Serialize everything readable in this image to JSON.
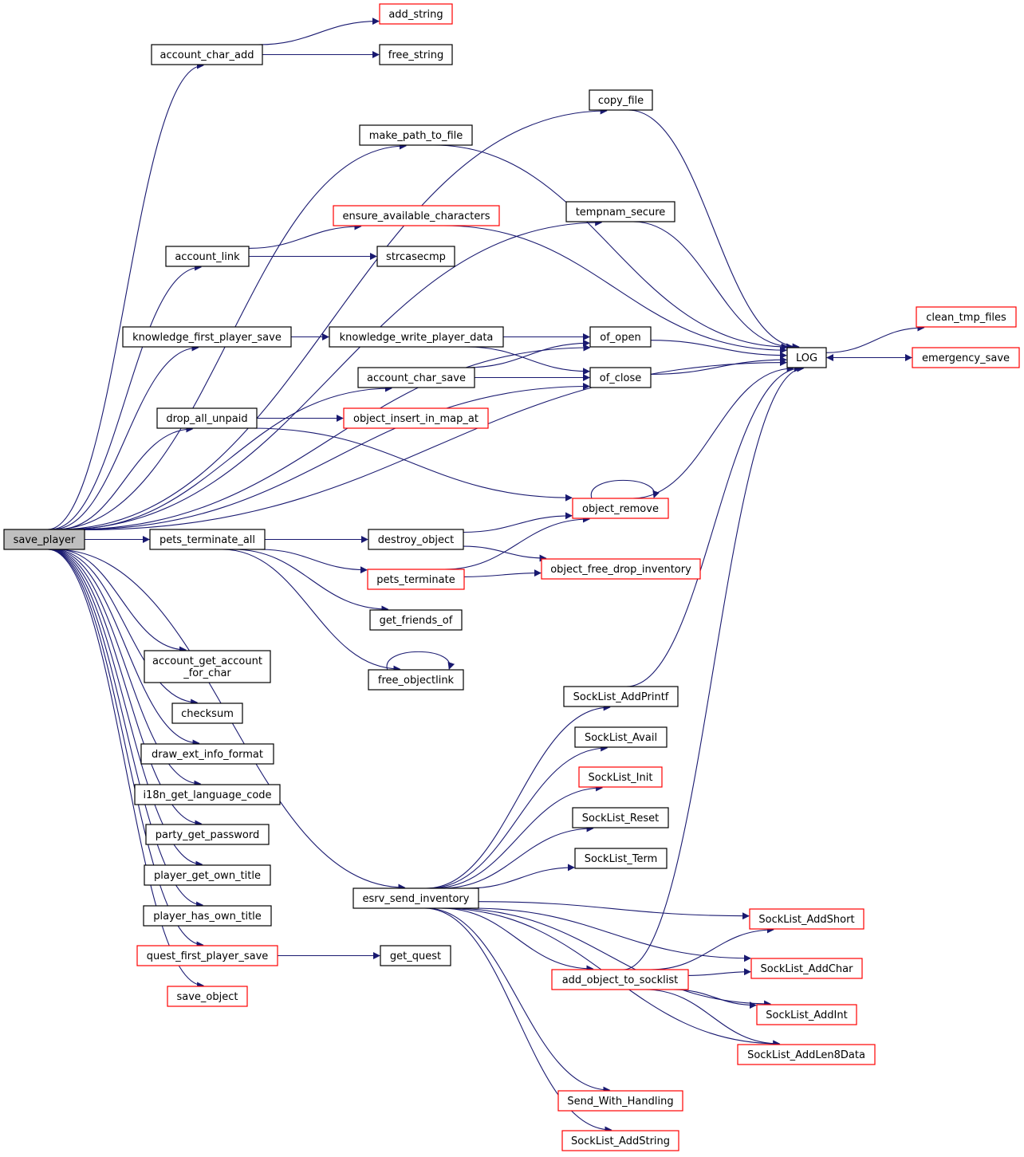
{
  "colors": {
    "edge": "#191970",
    "root_fill": "#bfbfbf",
    "node_border": "#000000",
    "truncated_border": "#ff0000"
  },
  "nodes": [
    {
      "id": "save_player",
      "lines": [
        "save_player"
      ],
      "style": "root"
    },
    {
      "id": "add_string",
      "lines": [
        "add_string"
      ],
      "style": "truncated"
    },
    {
      "id": "account_char_add",
      "lines": [
        "account_char_add"
      ],
      "style": "normal"
    },
    {
      "id": "free_string",
      "lines": [
        "free_string"
      ],
      "style": "normal"
    },
    {
      "id": "copy_file",
      "lines": [
        "copy_file"
      ],
      "style": "normal"
    },
    {
      "id": "make_path_to_file",
      "lines": [
        "make_path_to_file"
      ],
      "style": "normal"
    },
    {
      "id": "tempnam_secure",
      "lines": [
        "tempnam_secure"
      ],
      "style": "normal"
    },
    {
      "id": "ensure_available_characters",
      "lines": [
        "ensure_available_characters"
      ],
      "style": "truncated"
    },
    {
      "id": "account_link",
      "lines": [
        "account_link"
      ],
      "style": "normal"
    },
    {
      "id": "strcasecmp",
      "lines": [
        "strcasecmp"
      ],
      "style": "normal"
    },
    {
      "id": "clean_tmp_files",
      "lines": [
        "clean_tmp_files"
      ],
      "style": "truncated"
    },
    {
      "id": "knowledge_first_player_save",
      "lines": [
        "knowledge_first_player_save"
      ],
      "style": "normal"
    },
    {
      "id": "knowledge_write_player_data",
      "lines": [
        "knowledge_write_player_data"
      ],
      "style": "normal"
    },
    {
      "id": "of_open",
      "lines": [
        "of_open"
      ],
      "style": "normal"
    },
    {
      "id": "LOG",
      "lines": [
        "LOG"
      ],
      "style": "normal"
    },
    {
      "id": "emergency_save",
      "lines": [
        "emergency_save"
      ],
      "style": "truncated"
    },
    {
      "id": "account_char_save",
      "lines": [
        "account_char_save"
      ],
      "style": "normal"
    },
    {
      "id": "of_close",
      "lines": [
        "of_close"
      ],
      "style": "normal"
    },
    {
      "id": "drop_all_unpaid",
      "lines": [
        "drop_all_unpaid"
      ],
      "style": "normal"
    },
    {
      "id": "object_insert_in_map_at",
      "lines": [
        "object_insert_in_map_at"
      ],
      "style": "truncated"
    },
    {
      "id": "object_remove",
      "lines": [
        "object_remove"
      ],
      "style": "truncated"
    },
    {
      "id": "pets_terminate_all",
      "lines": [
        "pets_terminate_all"
      ],
      "style": "normal"
    },
    {
      "id": "destroy_object",
      "lines": [
        "destroy_object"
      ],
      "style": "normal"
    },
    {
      "id": "object_free_drop_inventory",
      "lines": [
        "object_free_drop_inventory"
      ],
      "style": "truncated"
    },
    {
      "id": "pets_terminate",
      "lines": [
        "pets_terminate"
      ],
      "style": "truncated"
    },
    {
      "id": "get_friends_of",
      "lines": [
        "get_friends_of"
      ],
      "style": "normal"
    },
    {
      "id": "account_get_account_for_char",
      "lines": [
        "account_get_account",
        "_for_char"
      ],
      "style": "normal"
    },
    {
      "id": "free_objectlink",
      "lines": [
        "free_objectlink"
      ],
      "style": "normal"
    },
    {
      "id": "SockList_AddPrintf",
      "lines": [
        "SockList_AddPrintf"
      ],
      "style": "normal"
    },
    {
      "id": "checksum",
      "lines": [
        "checksum"
      ],
      "style": "normal"
    },
    {
      "id": "SockList_Avail",
      "lines": [
        "SockList_Avail"
      ],
      "style": "normal"
    },
    {
      "id": "draw_ext_info_format",
      "lines": [
        "draw_ext_info_format"
      ],
      "style": "normal"
    },
    {
      "id": "SockList_Init",
      "lines": [
        "SockList_Init"
      ],
      "style": "truncated"
    },
    {
      "id": "i18n_get_language_code",
      "lines": [
        "i18n_get_language_code"
      ],
      "style": "normal"
    },
    {
      "id": "SockList_Reset",
      "lines": [
        "SockList_Reset"
      ],
      "style": "normal"
    },
    {
      "id": "party_get_password",
      "lines": [
        "party_get_password"
      ],
      "style": "normal"
    },
    {
      "id": "SockList_Term",
      "lines": [
        "SockList_Term"
      ],
      "style": "normal"
    },
    {
      "id": "player_get_own_title",
      "lines": [
        "player_get_own_title"
      ],
      "style": "normal"
    },
    {
      "id": "esrv_send_inventory",
      "lines": [
        "esrv_send_inventory"
      ],
      "style": "normal"
    },
    {
      "id": "player_has_own_title",
      "lines": [
        "player_has_own_title"
      ],
      "style": "normal"
    },
    {
      "id": "SockList_AddShort",
      "lines": [
        "SockList_AddShort"
      ],
      "style": "truncated"
    },
    {
      "id": "quest_first_player_save",
      "lines": [
        "quest_first_player_save"
      ],
      "style": "truncated"
    },
    {
      "id": "get_quest",
      "lines": [
        "get_quest"
      ],
      "style": "normal"
    },
    {
      "id": "add_object_to_socklist",
      "lines": [
        "add_object_to_socklist"
      ],
      "style": "truncated"
    },
    {
      "id": "SockList_AddChar",
      "lines": [
        "SockList_AddChar"
      ],
      "style": "truncated"
    },
    {
      "id": "save_object",
      "lines": [
        "save_object"
      ],
      "style": "truncated"
    },
    {
      "id": "SockList_AddInt",
      "lines": [
        "SockList_AddInt"
      ],
      "style": "truncated"
    },
    {
      "id": "SockList_AddLen8Data",
      "lines": [
        "SockList_AddLen8Data"
      ],
      "style": "truncated"
    },
    {
      "id": "Send_With_Handling",
      "lines": [
        "Send_With_Handling"
      ],
      "style": "truncated"
    },
    {
      "id": "SockList_AddString",
      "lines": [
        "SockList_AddString"
      ],
      "style": "truncated"
    }
  ],
  "edges": [
    [
      "save_player",
      "account_char_add"
    ],
    [
      "save_player",
      "copy_file"
    ],
    [
      "save_player",
      "make_path_to_file"
    ],
    [
      "save_player",
      "tempnam_secure"
    ],
    [
      "save_player",
      "account_link"
    ],
    [
      "save_player",
      "of_open"
    ],
    [
      "save_player",
      "knowledge_first_player_save"
    ],
    [
      "save_player",
      "account_char_save"
    ],
    [
      "save_player",
      "drop_all_unpaid"
    ],
    [
      "save_player",
      "of_close"
    ],
    [
      "save_player",
      "destroy_object"
    ],
    [
      "save_player",
      "pets_terminate_all"
    ],
    [
      "save_player",
      "LOG"
    ],
    [
      "save_player",
      "account_get_account_for_char"
    ],
    [
      "save_player",
      "checksum"
    ],
    [
      "save_player",
      "draw_ext_info_format"
    ],
    [
      "save_player",
      "i18n_get_language_code"
    ],
    [
      "save_player",
      "party_get_password"
    ],
    [
      "save_player",
      "player_get_own_title"
    ],
    [
      "save_player",
      "player_has_own_title"
    ],
    [
      "save_player",
      "quest_first_player_save"
    ],
    [
      "save_player",
      "save_object"
    ],
    [
      "save_player",
      "esrv_send_inventory"
    ],
    [
      "account_char_add",
      "add_string"
    ],
    [
      "account_char_add",
      "free_string"
    ],
    [
      "copy_file",
      "LOG"
    ],
    [
      "make_path_to_file",
      "LOG"
    ],
    [
      "tempnam_secure",
      "LOG"
    ],
    [
      "ensure_available_characters",
      "LOG"
    ],
    [
      "account_link",
      "ensure_available_characters"
    ],
    [
      "account_link",
      "strcasecmp"
    ],
    [
      "knowledge_first_player_save",
      "knowledge_write_player_data"
    ],
    [
      "knowledge_write_player_data",
      "of_open"
    ],
    [
      "knowledge_write_player_data",
      "of_close"
    ],
    [
      "account_char_save",
      "of_open"
    ],
    [
      "account_char_save",
      "of_close"
    ],
    [
      "of_open",
      "LOG"
    ],
    [
      "of_close",
      "LOG"
    ],
    [
      "LOG",
      "clean_tmp_files"
    ],
    [
      "LOG",
      "emergency_save"
    ],
    [
      "emergency_save",
      "LOG"
    ],
    [
      "drop_all_unpaid",
      "object_insert_in_map_at"
    ],
    [
      "drop_all_unpaid",
      "object_remove"
    ],
    [
      "object_remove",
      "object_remove"
    ],
    [
      "object_remove",
      "LOG"
    ],
    [
      "destroy_object",
      "object_remove"
    ],
    [
      "destroy_object",
      "object_free_drop_inventory"
    ],
    [
      "pets_terminate_all",
      "pets_terminate"
    ],
    [
      "pets_terminate_all",
      "get_friends_of"
    ],
    [
      "pets_terminate_all",
      "free_objectlink"
    ],
    [
      "pets_terminate",
      "object_remove"
    ],
    [
      "pets_terminate",
      "object_free_drop_inventory"
    ],
    [
      "free_objectlink",
      "free_objectlink"
    ],
    [
      "SockList_AddPrintf",
      "LOG"
    ],
    [
      "quest_first_player_save",
      "get_quest"
    ],
    [
      "esrv_send_inventory",
      "SockList_AddPrintf"
    ],
    [
      "esrv_send_inventory",
      "SockList_Avail"
    ],
    [
      "esrv_send_inventory",
      "SockList_Init"
    ],
    [
      "esrv_send_inventory",
      "SockList_Reset"
    ],
    [
      "esrv_send_inventory",
      "SockList_Term"
    ],
    [
      "esrv_send_inventory",
      "SockList_AddShort"
    ],
    [
      "esrv_send_inventory",
      "SockList_AddChar"
    ],
    [
      "esrv_send_inventory",
      "add_object_to_socklist"
    ],
    [
      "esrv_send_inventory",
      "SockList_AddInt"
    ],
    [
      "esrv_send_inventory",
      "SockList_AddLen8Data"
    ],
    [
      "esrv_send_inventory",
      "Send_With_Handling"
    ],
    [
      "esrv_send_inventory",
      "SockList_AddString"
    ],
    [
      "add_object_to_socklist",
      "SockList_AddShort"
    ],
    [
      "add_object_to_socklist",
      "SockList_AddChar"
    ],
    [
      "add_object_to_socklist",
      "SockList_AddInt"
    ],
    [
      "add_object_to_socklist",
      "SockList_AddLen8Data"
    ],
    [
      "add_object_to_socklist",
      "LOG"
    ]
  ]
}
